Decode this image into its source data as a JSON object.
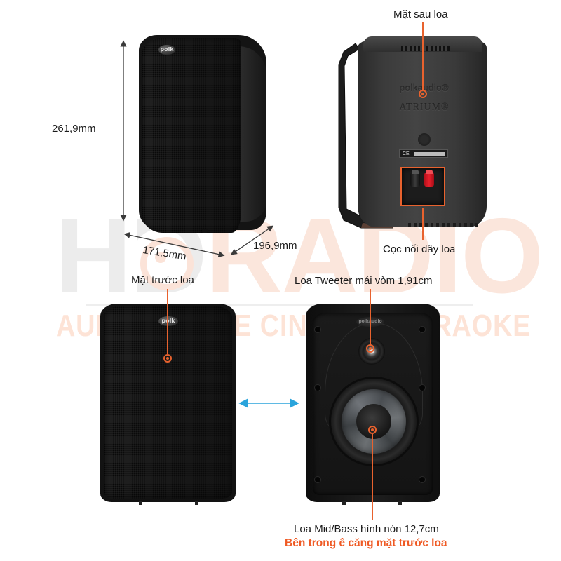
{
  "watermark": {
    "brand_left": "HD",
    "brand_right": "RADIO",
    "tagline": "AUDIO - HOME CINEMA - KARAOKE",
    "colors": {
      "grey": "#ececec",
      "peach": "#fbe6dc"
    }
  },
  "dimensions": {
    "height": "261,9mm",
    "width": "171,5mm",
    "depth": "196,9mm"
  },
  "speakers": {
    "angled_front": {
      "logo": "polk"
    },
    "back": {
      "brand_mark": "polkaudio®",
      "model_mark": "ATRIUM®",
      "cert_mark": "CE"
    },
    "front_grille": {
      "logo": "polk"
    },
    "drivers_exposed": {
      "logo": "polkaudio"
    }
  },
  "callouts": {
    "back_label": "Mặt sau loa",
    "terminal_label": "Cọc nối dây loa",
    "front_label": "Mặt trước loa",
    "tweeter_label": "Loa Tweeter mái vòm 1,91cm",
    "woofer_label": "Loa Mid/Bass hình nón 12,7cm",
    "woofer_note": "Bên trong ê căng mặt trước loa"
  },
  "colors": {
    "accent_orange": "#e8622e",
    "arrow_blue": "#2aa4dc",
    "dimension_grey": "#3a3a3a"
  }
}
